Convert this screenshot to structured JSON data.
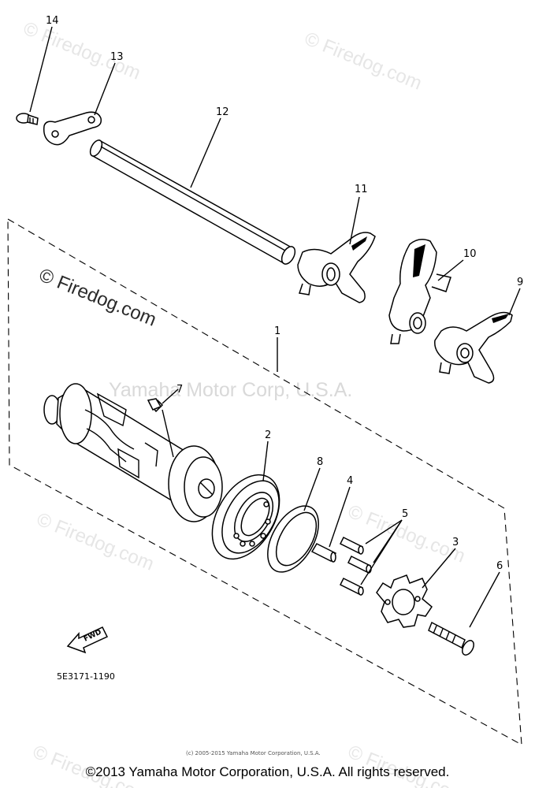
{
  "labels": {
    "p1": "1",
    "p2": "2",
    "p3": "3",
    "p4": "4",
    "p5": "5",
    "p6": "6",
    "p7": "7",
    "p8": "8",
    "p9": "9",
    "p10": "10",
    "p11": "11",
    "p12": "12",
    "p13": "13",
    "p14": "14"
  },
  "fwd_label": "FWD",
  "drawing_number": "5E3171-1190",
  "watermarks": {
    "main": "Yamaha Motor Corp, U.S.A.",
    "site": "© Firedog.com",
    "small": "(c) 2005-2015 Yamaha Motor Corporation, U.S.A."
  },
  "copyright": "©2013 Yamaha Motor Corporation, U.S.A. All rights reserved."
}
